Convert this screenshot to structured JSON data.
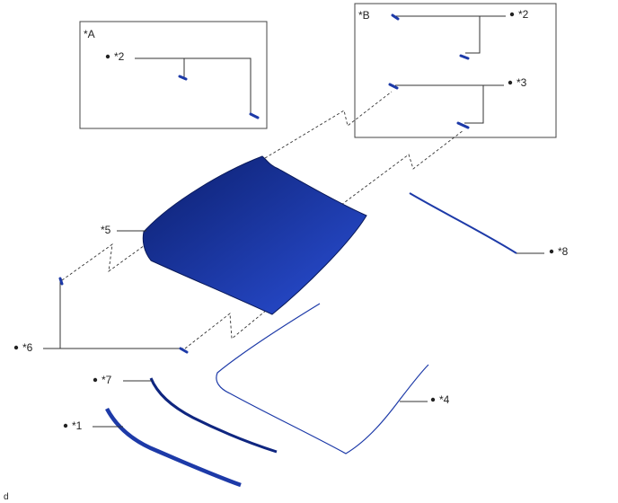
{
  "palette": {
    "glass_dark": "#0c1f6e",
    "glass_light": "#2a4fd6",
    "part_blue": "#1d3aa8",
    "line": "#333333"
  },
  "diagram": {
    "box_a_label": "*A",
    "box_b_label": "*B",
    "callouts": {
      "c1": "*1",
      "c2_a": "*2",
      "c2_b": "*2",
      "c3": "*3",
      "c4": "*4",
      "c5": "*5",
      "c6": "*6",
      "c7": "*7",
      "c8": "*8"
    },
    "corner_code": "d"
  }
}
